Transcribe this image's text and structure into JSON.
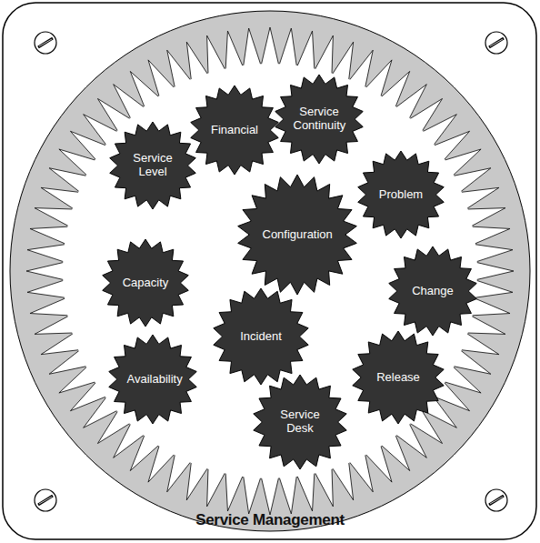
{
  "diagram": {
    "nodes": [
      {
        "text": [
          "Financial"
        ]
      },
      {
        "text": [
          "Service Continuity"
        ]
      },
      {
        "text": [
          "Service Level"
        ]
      },
      {
        "text": [
          "Problem"
        ]
      },
      {
        "text": [
          "Configuration"
        ]
      },
      {
        "text": [
          "Capacity"
        ]
      },
      {
        "text": [
          "Change"
        ]
      },
      {
        "text": [
          "Incident"
        ]
      },
      {
        "text": [
          "Availability"
        ]
      },
      {
        "text": [
          "Release"
        ]
      },
      {
        "text": [
          "Service Desk"
        ]
      }
    ],
    "labels": [
      "Service Management"
    ]
  }
}
